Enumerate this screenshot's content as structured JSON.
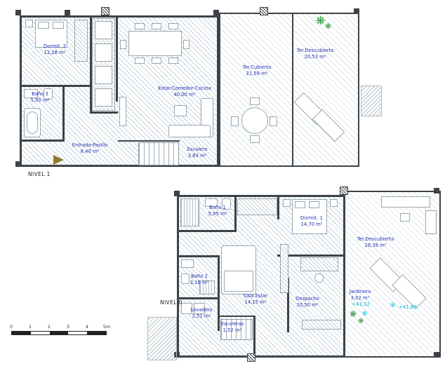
{
  "plan": {
    "nivel1": {
      "label": "NIVEL 1",
      "rooms": {
        "dormit2": {
          "name": "Dormit. 2",
          "area": "12,28 m²"
        },
        "bano3": {
          "name": "Baño 3",
          "area": "5,00 m²"
        },
        "entrada": {
          "name": "Entrada-Pasillo",
          "area": "8,40 m²"
        },
        "estar": {
          "name": "Estar-Comedor-Cocina",
          "area": "40,00 m²"
        },
        "escalera": {
          "name": "Escalera",
          "area": "3,83 m²"
        },
        "ter_cubierta": {
          "name": "Ter.Cubierta",
          "area": "21,59 m²"
        },
        "ter_descubierta": {
          "name": "Ter.Descubierta",
          "area": "20,53 m²"
        }
      }
    },
    "nivel0": {
      "label": "NIVEL 0",
      "rooms": {
        "bano1": {
          "name": "Baño 1",
          "area": "5,95 m²"
        },
        "dormit1": {
          "name": "Dormit. 1",
          "area": "14,70 m²"
        },
        "ter_descubierta": {
          "name": "Ter.Descubierta",
          "area": "26,39 m²"
        },
        "bano2": {
          "name": "Baño 2",
          "area": "3,16 m²"
        },
        "sala_estar": {
          "name": "Sala Estar",
          "area": "14,15 m²"
        },
        "despacho": {
          "name": "Despacho",
          "area": "10,50 m²"
        },
        "lavadero": {
          "name": "Lavadero",
          "area": "2,51 m²"
        },
        "escaleras": {
          "name": "Escaleras",
          "area": "1,52 m²"
        },
        "jardinera": {
          "name": "Jardinera",
          "area": "3,02 m²"
        }
      },
      "elevations": {
        "jardinera": "+43,32",
        "terraza": "+41,68"
      }
    }
  },
  "scale_bar": {
    "ticks": [
      "0",
      "1",
      "2",
      "3",
      "4",
      "5m"
    ]
  },
  "glyphs": {
    "plant": "❋",
    "flower": "✻"
  },
  "colors": {
    "room_label": "#2230b4",
    "elevation": "#00b4d8",
    "plant": "#2f9a38",
    "wall": "#3d4348"
  }
}
